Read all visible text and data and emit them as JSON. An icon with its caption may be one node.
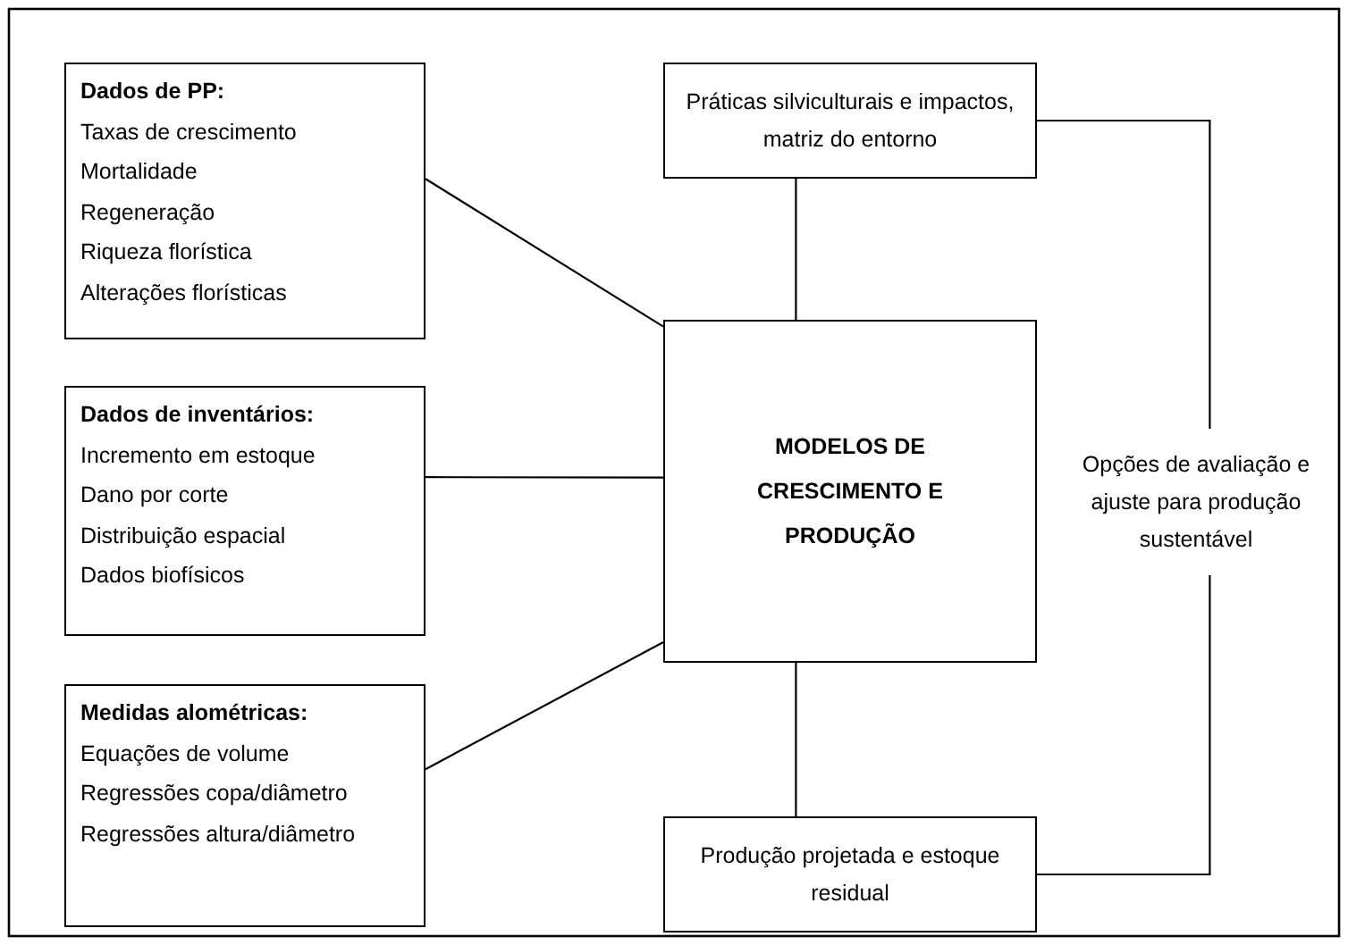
{
  "diagram": {
    "nodes": [
      {
        "text": [
          "Dados de PP:",
          "Taxas de crescimento",
          "Mortalidade",
          "Regeneração",
          "Riqueza florística",
          "Alterações florísticas"
        ]
      },
      {
        "text": [
          "Dados de inventários:",
          "Incremento em estoque",
          "Dano por corte",
          "Distribuição espacial",
          "Dados biofísicos"
        ]
      },
      {
        "text": [
          "Medidas alométricas:",
          "Equações de volume",
          "Regressões copa/diâmetro",
          "Regressões altura/diâmetro"
        ]
      },
      {
        "text": [
          "Práticas silviculturais e impactos, matriz do entorno"
        ]
      },
      {
        "text": [
          "MODELOS DE CRESCIMENTO E PRODUÇÃO"
        ]
      },
      {
        "text": [
          "Produção projetada e estoque residual"
        ]
      },
      {
        "text": [
          "Opções de avaliação e ajuste para produção sustentável"
        ]
      }
    ],
    "edges": [
      {
        "from": 0,
        "to": 4,
        "arrow": "none"
      },
      {
        "from": 1,
        "to": 4,
        "arrow": "none"
      },
      {
        "from": 2,
        "to": 4,
        "arrow": "none"
      },
      {
        "from": 3,
        "to": 4,
        "arrow": "none"
      },
      {
        "from": 4,
        "to": 5,
        "arrow": "none"
      },
      {
        "from": 3,
        "to": 6,
        "arrow": "none"
      },
      {
        "from": 5,
        "to": 6,
        "arrow": "none"
      }
    ]
  }
}
